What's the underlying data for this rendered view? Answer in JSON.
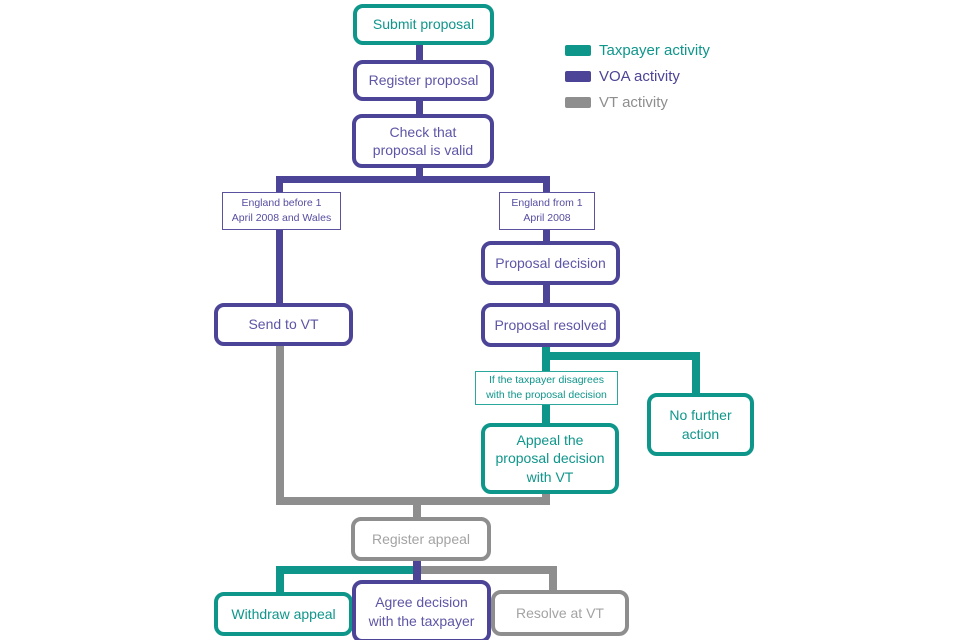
{
  "colors": {
    "taxpayer_teal": "#0F968B",
    "voa_purple": "#4C4496",
    "vt_gray": "#8E8E8E"
  },
  "legend": {
    "items": [
      {
        "label": "Taxpayer activity",
        "color": "#0F968B",
        "role": "taxpayer"
      },
      {
        "label": "VOA activity",
        "color": "#4C4496",
        "role": "voa"
      },
      {
        "label": "VT activity",
        "color": "#8E8E8E",
        "role": "vt"
      }
    ]
  },
  "nodes": {
    "submit_proposal": "Submit proposal",
    "register_proposal": "Register proposal",
    "check_valid": "Check that\nproposal is valid",
    "branch_left_label": "England before 1\nApril 2008 and Wales",
    "branch_right_label": "England from 1\nApril 2008",
    "proposal_decision": "Proposal decision",
    "proposal_resolved": "Proposal resolved",
    "send_to_vt": "Send to VT",
    "disagree_label": "If the taxpayer disagrees\nwith the proposal decision",
    "appeal_with_vt": "Appeal the\nproposal decision\nwith VT",
    "no_further_action": "No further\naction",
    "register_appeal": "Register appeal",
    "withdraw_appeal": "Withdraw appeal",
    "agree_decision": "Agree decision\nwith the taxpayer",
    "resolve_at_vt": "Resolve at VT"
  }
}
